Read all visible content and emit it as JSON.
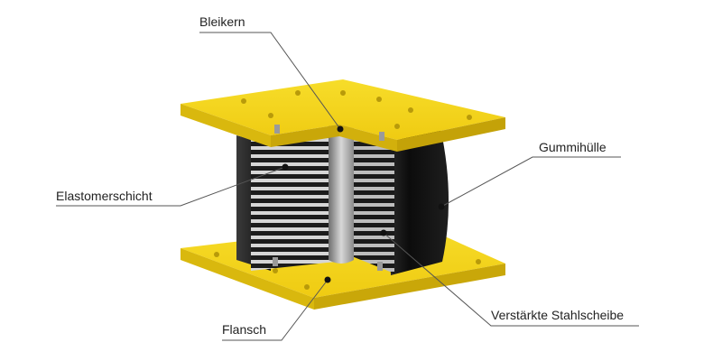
{
  "labels": {
    "lead_core": "Bleikern",
    "rubber_cover": "Gummihülle",
    "elastomer_layer": "Elastomerschicht",
    "steel_plate": "Verstärkte Stahlscheibe",
    "flange": "Flansch"
  },
  "colors": {
    "flange": "#f2d21a",
    "flange_edge": "#d4b10c",
    "rubber": "#151515",
    "steel": "#c9c9c9",
    "leader_line": "#555555"
  }
}
